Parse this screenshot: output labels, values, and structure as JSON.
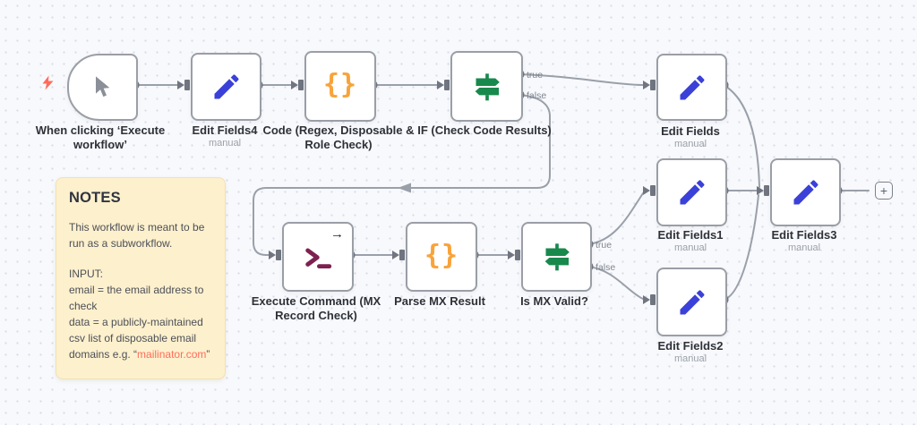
{
  "workflow": {
    "nodes": [
      {
        "name": "When clicking ‘Execute workflow’",
        "subtitle": ""
      },
      {
        "name": "Edit Fields4",
        "subtitle": "manual"
      },
      {
        "name": "Code (Regex, Disposable & Role Check)",
        "subtitle": ""
      },
      {
        "name": "IF (Check Code Results)",
        "subtitle": ""
      },
      {
        "name": "Edit Fields",
        "subtitle": "manual"
      },
      {
        "name": "Edit Fields1",
        "subtitle": "manual"
      },
      {
        "name": "Edit Fields3",
        "subtitle": "manual"
      },
      {
        "name": "Edit Fields2",
        "subtitle": "manual"
      },
      {
        "name": "Execute Command (MX Record Check)",
        "subtitle": ""
      },
      {
        "name": "Parse MX Result",
        "subtitle": ""
      },
      {
        "name": "Is MX Valid?",
        "subtitle": ""
      }
    ],
    "branch_labels": {
      "true": "true",
      "false": "false"
    },
    "add_node_button": "+",
    "sticky_note": {
      "title": "NOTES",
      "paragraph": "This workflow is meant to be run as a subworkflow.",
      "input_heading": "INPUT:",
      "input_line1": "email = the email address to check",
      "input_line2_prefix": "data = a publicly-maintained csv list of disposable email domains e.g. “",
      "input_line2_link": "mailinator.com",
      "input_line2_suffix": "”"
    },
    "colors": {
      "pencil_blue": "#3b41d8",
      "code_orange": "#f8a33a",
      "if_green": "#17894c",
      "terminal_maroon": "#7d2150",
      "bolt_red": "#ff6d5a",
      "wire_gray": "#9aa0aa"
    }
  }
}
